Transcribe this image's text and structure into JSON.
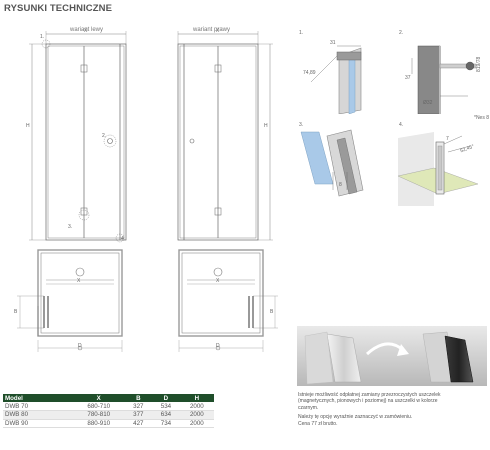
{
  "title": "RYSUNKI TECHNICZNE",
  "door_left": {
    "label": "wariant lewy",
    "dim_h": "H",
    "dim_w": "X",
    "marks": [
      "1.",
      "2.",
      "3.",
      "4."
    ]
  },
  "door_right": {
    "label": "wariant prawy",
    "dim_h": "H",
    "dim_w": "X"
  },
  "plan_left": {
    "x": "X",
    "b": "B",
    "d": "D"
  },
  "plan_right": {
    "x": "X",
    "b": "B",
    "d": "D"
  },
  "details": [
    {
      "num": "1.",
      "dims": [
        "31",
        "74,89"
      ]
    },
    {
      "num": "2.",
      "dims": [
        "37",
        "Ø32",
        "819/78"
      ],
      "note": "*Nes 8"
    },
    {
      "num": "3.",
      "dims": [
        "8"
      ]
    },
    {
      "num": "4.",
      "dims": [
        "7",
        "52,45°"
      ]
    }
  ],
  "notes": [
    "Istnieje możliwość odpłatnej zamiany przezroczystych uszczelek",
    "(magnetycznych, pionowych i poziomej) na uszczelki w kolorze",
    "czarnym.",
    "Należy tę opcję wyraźnie zaznaczyć w zamówieniu.",
    "Cena 77 zł brutto."
  ],
  "table": {
    "headers": [
      "Model",
      "X",
      "B",
      "D",
      "H"
    ],
    "rows": [
      [
        "DWB 70",
        "680-710",
        "327",
        "534",
        "2000"
      ],
      [
        "DWB 80",
        "780-810",
        "377",
        "634",
        "2000"
      ],
      [
        "DWB 90",
        "880-910",
        "427",
        "734",
        "2000"
      ]
    ]
  }
}
